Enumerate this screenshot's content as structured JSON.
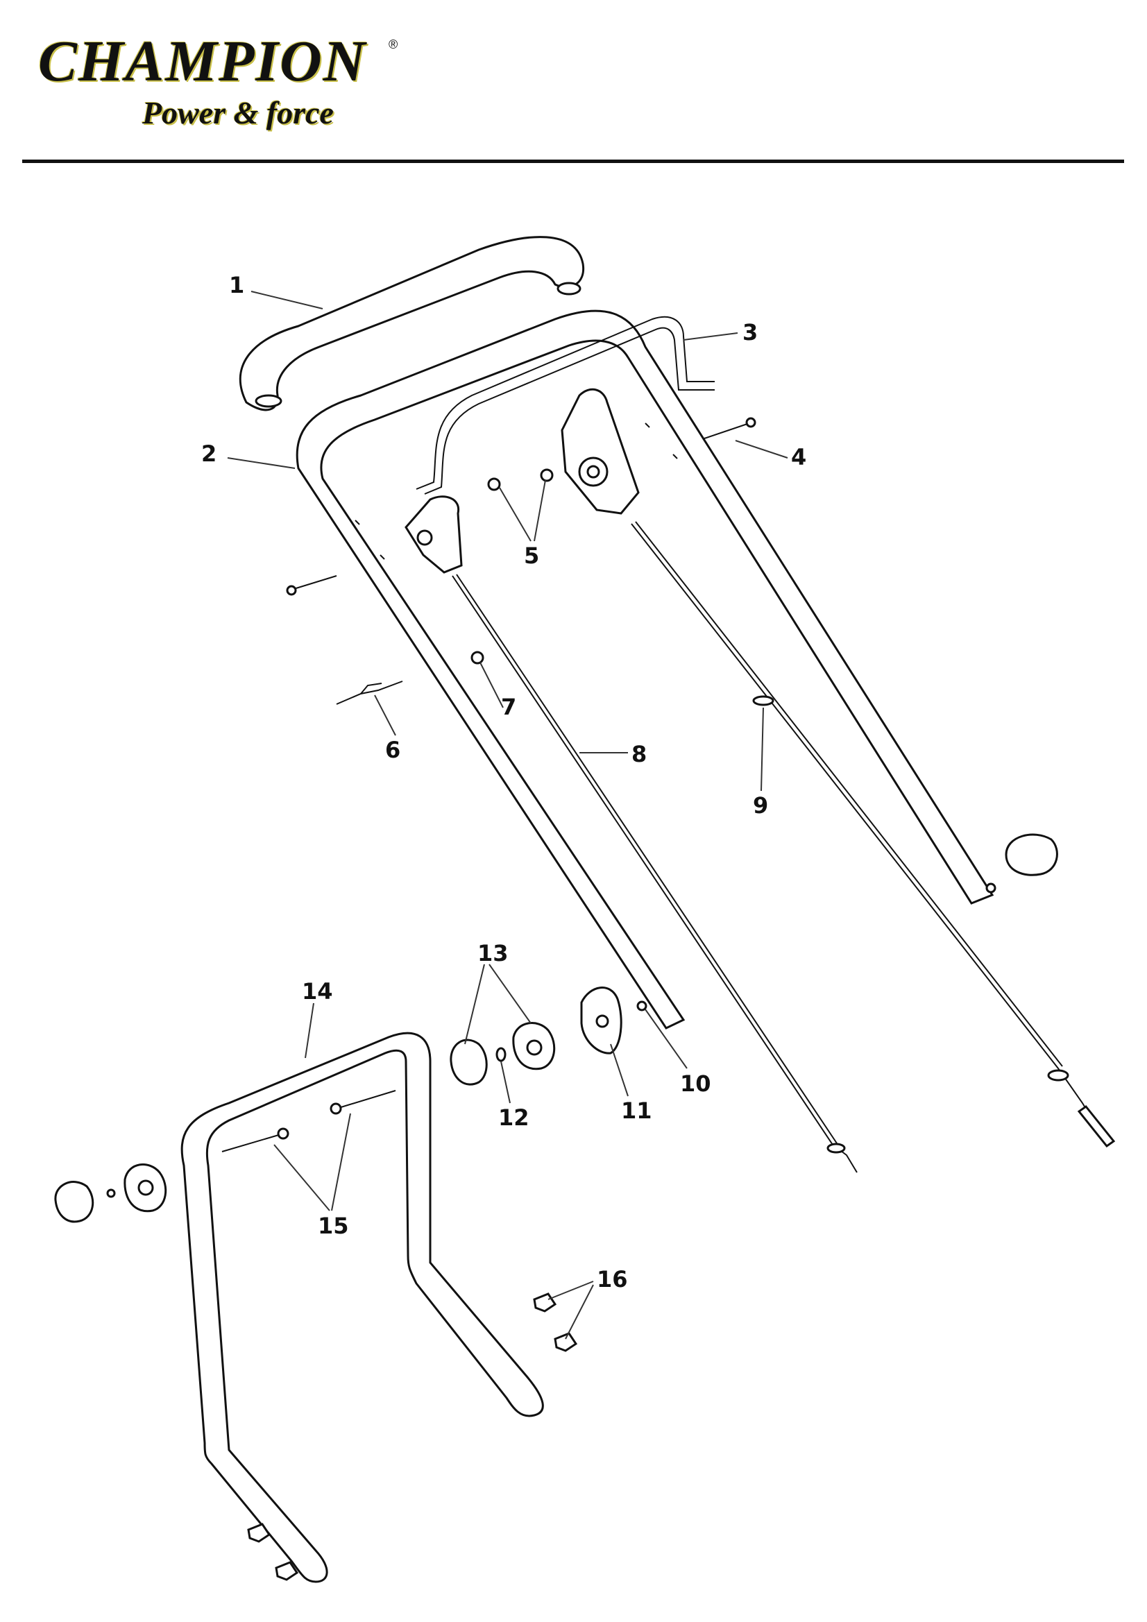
{
  "brand": {
    "name": "CHAMPION",
    "registered_mark": "®",
    "tagline": "Power & force"
  },
  "callouts": [
    {
      "id": "1",
      "label": "1"
    },
    {
      "id": "2",
      "label": "2"
    },
    {
      "id": "3",
      "label": "3"
    },
    {
      "id": "4",
      "label": "4"
    },
    {
      "id": "5",
      "label": "5"
    },
    {
      "id": "6",
      "label": "6"
    },
    {
      "id": "7",
      "label": "7"
    },
    {
      "id": "8",
      "label": "8"
    },
    {
      "id": "9",
      "label": "9"
    },
    {
      "id": "10",
      "label": "10"
    },
    {
      "id": "11",
      "label": "11"
    },
    {
      "id": "12",
      "label": "12"
    },
    {
      "id": "13",
      "label": "13"
    },
    {
      "id": "14",
      "label": "14"
    },
    {
      "id": "15",
      "label": "15"
    },
    {
      "id": "16",
      "label": "16"
    }
  ]
}
